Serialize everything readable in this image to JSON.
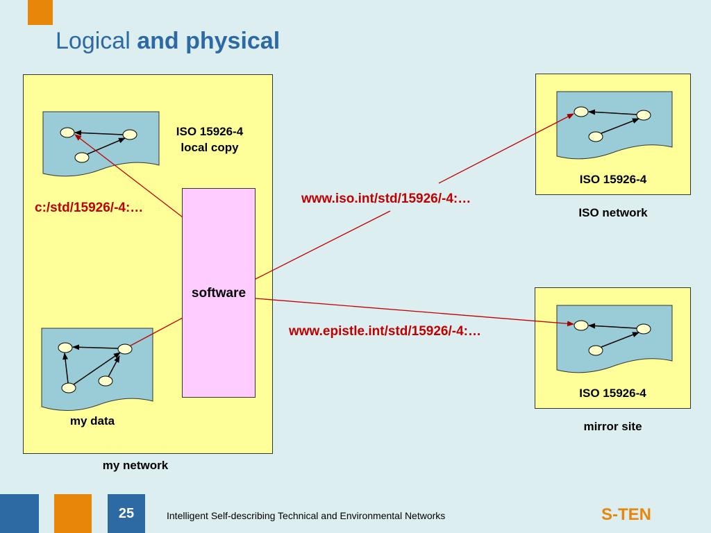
{
  "slide": {
    "title_normal": "Logical",
    "title_bold": "and physical",
    "page_number": "25",
    "footer_text": "Intelligent Self-describing Technical and Environmental Networks",
    "brand": "S-TEN"
  },
  "my_network": {
    "label": "my network",
    "local_copy_label_line1": "ISO 15926-4",
    "local_copy_label_line2": "local copy",
    "local_path": "c:/std/15926/-4:…",
    "software_label": "software",
    "my_data_label": "my data"
  },
  "iso_network": {
    "doc_label": "ISO 15926-4",
    "label": "ISO network",
    "url": "www.iso.int/std/15926/-4:…"
  },
  "mirror_site": {
    "doc_label": "ISO 15926-4",
    "label": "mirror site",
    "url": "www.epistle.int/std/15926/-4:…"
  },
  "colors": {
    "background": "#ddeef0",
    "accent_blue": "#2d6aa3",
    "accent_orange": "#e8860a",
    "box_yellow": "#ffff99",
    "software_pink": "#ffccff",
    "doc_blue": "#99ccd6",
    "link_red": "#c00000"
  }
}
